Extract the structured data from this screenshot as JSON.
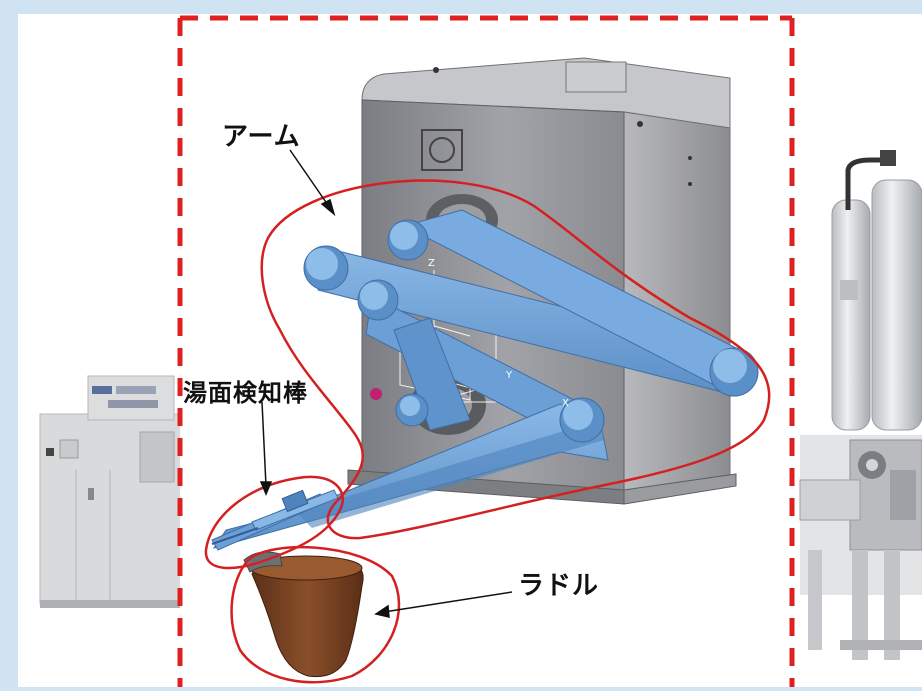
{
  "labels": {
    "arm": "アーム",
    "surface_detection_rod": "湯面検知棒",
    "ladle": "ラドル"
  },
  "axis_labels": {
    "z": "Z",
    "y": "Y",
    "x": "X"
  },
  "colors": {
    "highlight_dash": "#e02020",
    "callout_outline": "#d42020",
    "arm": "#6fa3d8",
    "arm_dark": "#4a7fb8",
    "housing": "#8e8e93",
    "ladle": "#7a4524",
    "background": "#cfe3f3"
  }
}
